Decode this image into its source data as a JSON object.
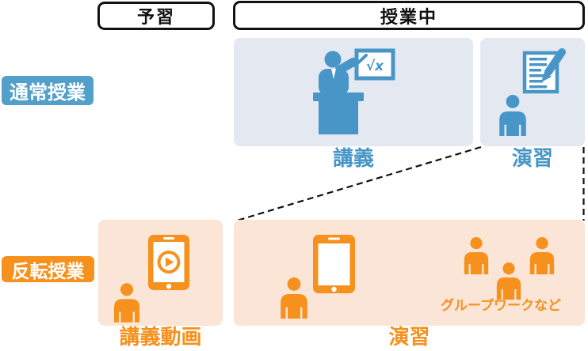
{
  "columns": {
    "preparation": "予習",
    "during_class": "授業中"
  },
  "rows": {
    "normal": {
      "label": "通常授業",
      "lecture": {
        "caption": "講義",
        "icon": "teacher-blackboard-icon",
        "board_formula": "√x"
      },
      "exercise": {
        "caption": "演習",
        "icon": "person-worksheet-pencil-icon"
      }
    },
    "flipped": {
      "label": "反転授業",
      "video": {
        "caption": "講義動画",
        "icon": "person-tablet-play-icon"
      },
      "exercise": {
        "caption": "演習",
        "tablet_icon": "person-tablet-icon",
        "group_icon": "group-people-icon",
        "note": "グループワークなど"
      }
    }
  },
  "colors": {
    "blue_icon": "#4896c7",
    "blue_badge": "#529fca",
    "blue_cell_bg": "#e4e8f1",
    "orange": "#f6911d",
    "orange_cell_bg": "#fbe5d6",
    "outline_black": "#111111",
    "dashed_line": "#111111"
  }
}
